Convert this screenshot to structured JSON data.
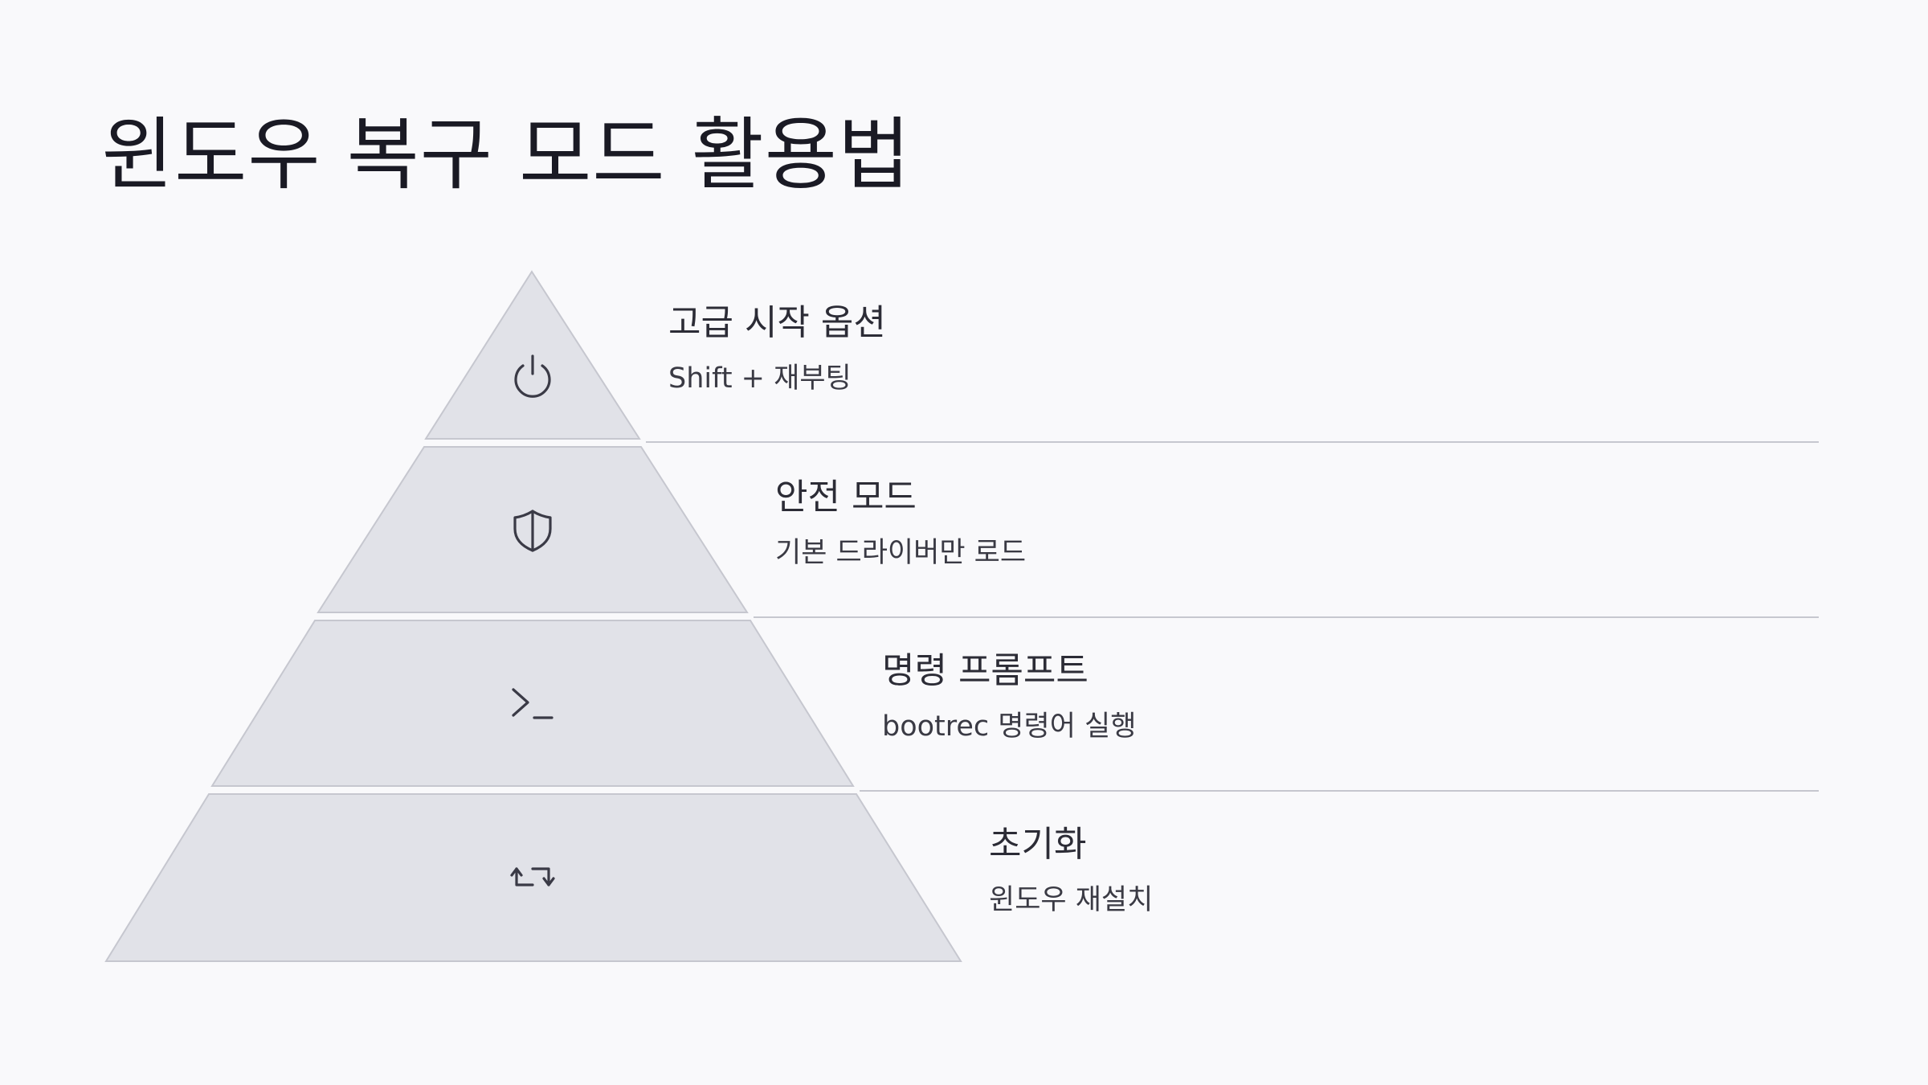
{
  "slide": {
    "title": "윈도우 복구 모드 활용법"
  },
  "levels": [
    {
      "title": "고급 시작 옵션",
      "description": "Shift + 재부팅",
      "icon": "power-icon"
    },
    {
      "title": "안전 모드",
      "description": "기본 드라이버만 로드",
      "icon": "shield-icon"
    },
    {
      "title": "명령 프롬프트",
      "description": "bootrec 명령어 실행",
      "icon": "terminal-icon"
    },
    {
      "title": "초기화",
      "description": "윈도우 재설치",
      "icon": "reset-arrows-icon"
    }
  ],
  "colors": {
    "background": "#f9f9fb",
    "layer_fill": "#e1e2e8",
    "layer_stroke": "#c6c7cf",
    "text": "#1a1a24"
  }
}
